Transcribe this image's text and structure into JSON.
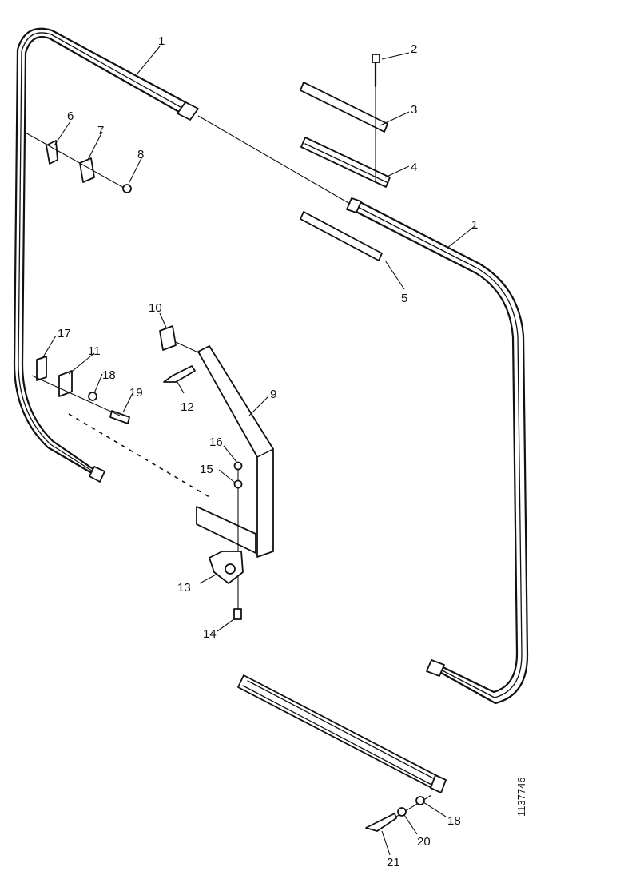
{
  "drawing_number": "1137746",
  "callouts": [
    {
      "id": "c1a",
      "text": "1"
    },
    {
      "id": "c1b",
      "text": "1"
    },
    {
      "id": "c2",
      "text": "2"
    },
    {
      "id": "c3",
      "text": "3"
    },
    {
      "id": "c4",
      "text": "4"
    },
    {
      "id": "c5",
      "text": "5"
    },
    {
      "id": "c6",
      "text": "6"
    },
    {
      "id": "c7",
      "text": "7"
    },
    {
      "id": "c8",
      "text": "8"
    },
    {
      "id": "c9",
      "text": "9"
    },
    {
      "id": "c10",
      "text": "10"
    },
    {
      "id": "c11",
      "text": "11"
    },
    {
      "id": "c12",
      "text": "12"
    },
    {
      "id": "c13",
      "text": "13"
    },
    {
      "id": "c14",
      "text": "14"
    },
    {
      "id": "c15",
      "text": "15"
    },
    {
      "id": "c16",
      "text": "16"
    },
    {
      "id": "c17",
      "text": "17"
    },
    {
      "id": "c18a",
      "text": "18"
    },
    {
      "id": "c18b",
      "text": "18"
    },
    {
      "id": "c19",
      "text": "19"
    },
    {
      "id": "c20",
      "text": "20"
    },
    {
      "id": "c21",
      "text": "21"
    }
  ]
}
